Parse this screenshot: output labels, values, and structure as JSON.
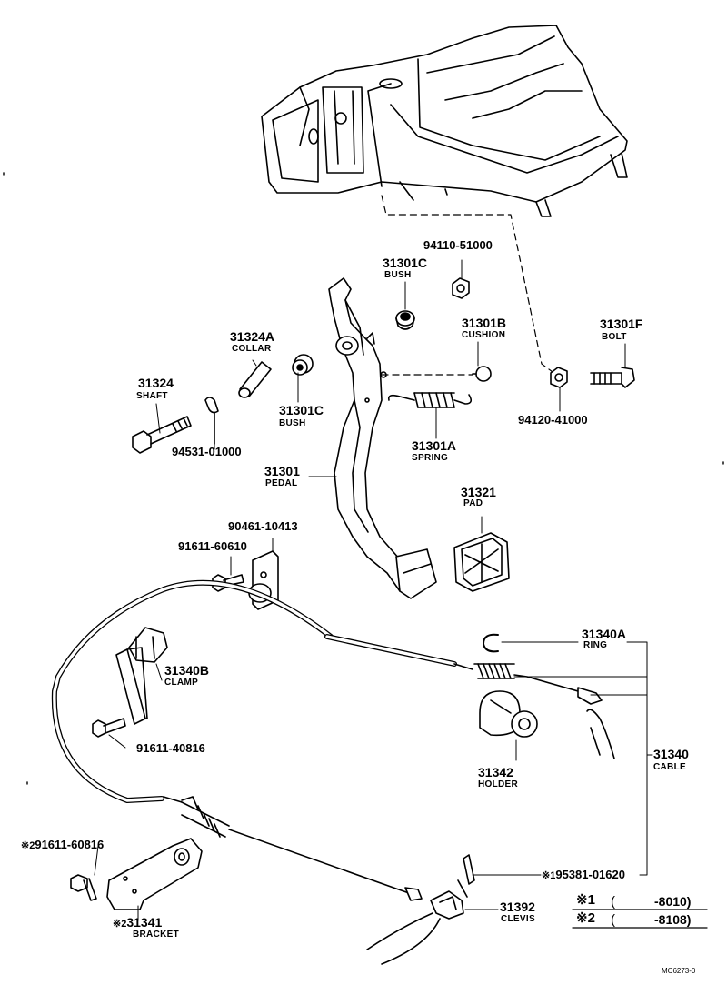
{
  "parts": {
    "p94110": {
      "number": "94110-51000"
    },
    "p31301C_top": {
      "number": "31301C",
      "name": "BUSH"
    },
    "p31301B": {
      "number": "31301B",
      "name": "CUSHION"
    },
    "p31301F": {
      "number": "31301F",
      "name": "BOLT"
    },
    "p31324A": {
      "number": "31324A",
      "name": "COLLAR"
    },
    "p31324": {
      "number": "31324",
      "name": "SHAFT"
    },
    "p31301C_low": {
      "number": "31301C",
      "name": "BUSH"
    },
    "p94120": {
      "number": "94120-41000"
    },
    "p94531": {
      "number": "94531-01000"
    },
    "p31301A": {
      "number": "31301A",
      "name": "SPRING"
    },
    "p31301": {
      "number": "31301",
      "name": "PEDAL"
    },
    "p31321": {
      "number": "31321",
      "name": "PAD"
    },
    "p90461": {
      "number": "90461-10413"
    },
    "p91611_60610": {
      "number": "91611-60610"
    },
    "p31340A": {
      "number": "31340A",
      "name": "RING"
    },
    "p31340B": {
      "number": "31340B",
      "name": "CLAMP"
    },
    "p31340": {
      "number": "31340",
      "name": "CABLE"
    },
    "p91611_40816": {
      "number": "91611-40816"
    },
    "p31342": {
      "number": "31342",
      "name": "HOLDER"
    },
    "p91611_60816": {
      "mark": "※2",
      "number": "91611-60816"
    },
    "p95381": {
      "mark": "※1",
      "number": "95381-01620"
    },
    "p31341": {
      "mark": "※2",
      "number": "31341",
      "name": "BRACKET"
    },
    "p31392": {
      "number": "31392",
      "name": "CLEVIS"
    }
  },
  "footnotes": [
    {
      "mark": "※1",
      "open": "(",
      "range": "-8010)"
    },
    {
      "mark": "※2",
      "open": "(",
      "range": "-8108)"
    }
  ],
  "drawing_code": "MC6273-0"
}
